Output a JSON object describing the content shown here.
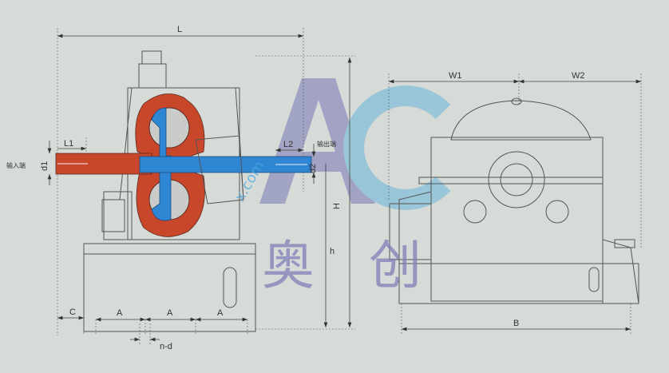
{
  "left_view": {
    "input_end_label": "输入端",
    "output_end_label": "输出端",
    "dims": {
      "L": "L",
      "L1": "L1",
      "L2": "L2",
      "d1": "d1",
      "d2": "d2",
      "H": "H",
      "h": "h",
      "C": "C",
      "A": "A",
      "nd": "n-d"
    }
  },
  "right_view": {
    "dims": {
      "W1": "W1",
      "W2": "W2",
      "B": "B"
    }
  },
  "watermark": {
    "logo": "AC",
    "chinese": "奥 创",
    "site": "x.com"
  },
  "colors": {
    "input_shaft": "#c8462a",
    "output_shaft": "#2f86d2",
    "gearbox_body": "#e4e6b2",
    "background": "#d7dbd7",
    "watermark": "#7f7fb8"
  }
}
